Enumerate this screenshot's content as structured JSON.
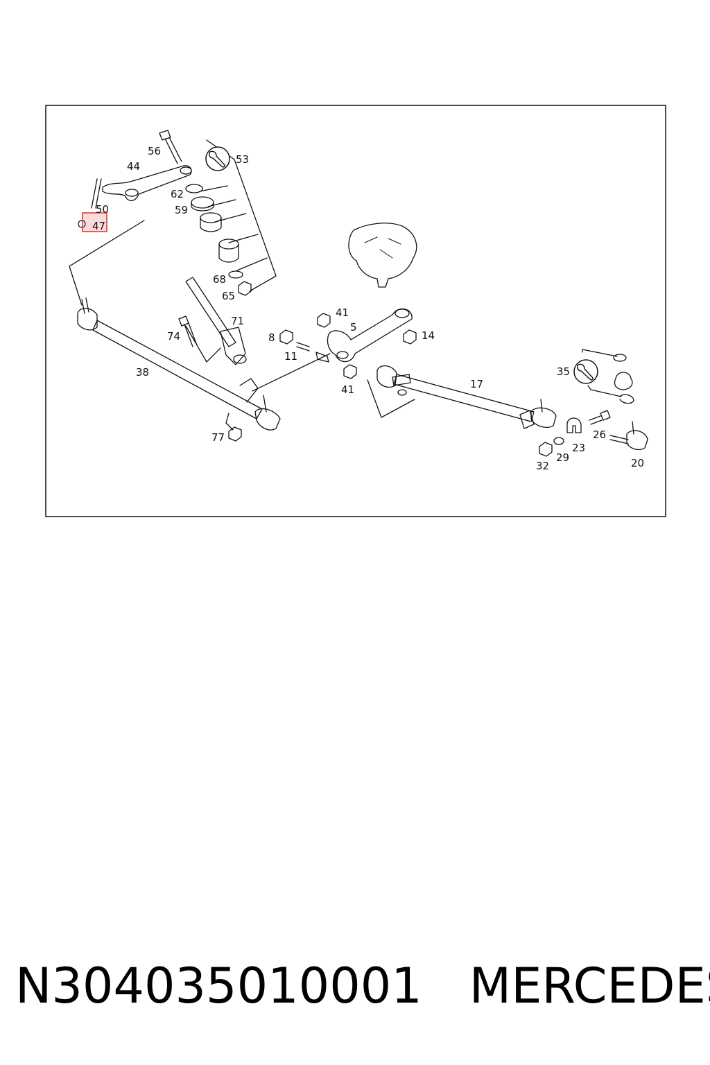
{
  "diagram": {
    "callouts": [
      "56",
      "53",
      "44",
      "62",
      "59",
      "50",
      "47",
      "68",
      "65",
      "41",
      "71",
      "5",
      "14",
      "8",
      "74",
      "11",
      "38",
      "41",
      "17",
      "35",
      "77",
      "26",
      "23",
      "29",
      "32",
      "20"
    ],
    "highlighted_callout": "47",
    "highlight_color": "#e53935"
  },
  "caption": {
    "part_number": "N304035010001",
    "brand": "MERCEDES"
  }
}
